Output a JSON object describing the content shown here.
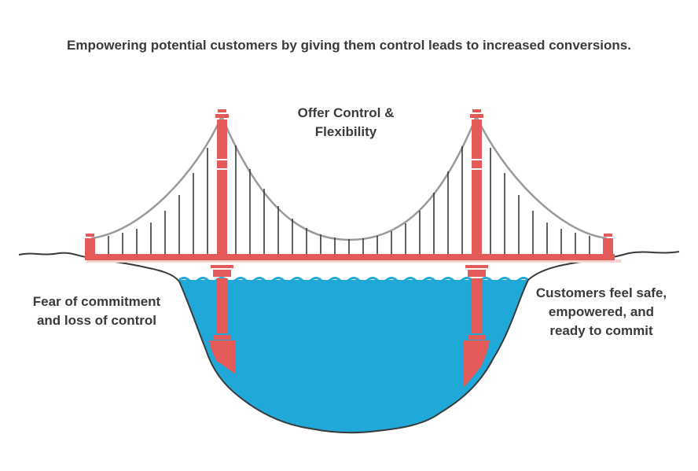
{
  "title": "Empowering potential customers by giving them control leads to increased conversions.",
  "bridge": {
    "label_line1": "Offer Control &",
    "label_line2": "Flexibility"
  },
  "left_side": {
    "line1": "Fear of commitment",
    "line2": "and loss of control"
  },
  "right_side": {
    "line1": "Customers feel safe,",
    "line2": "empowered, and",
    "line3": "ready to commit"
  },
  "colors": {
    "tower": "#e35a58",
    "water": "#20a8d8",
    "cable": "#9a9a9a",
    "ground_outline": "#3a3a3a"
  }
}
